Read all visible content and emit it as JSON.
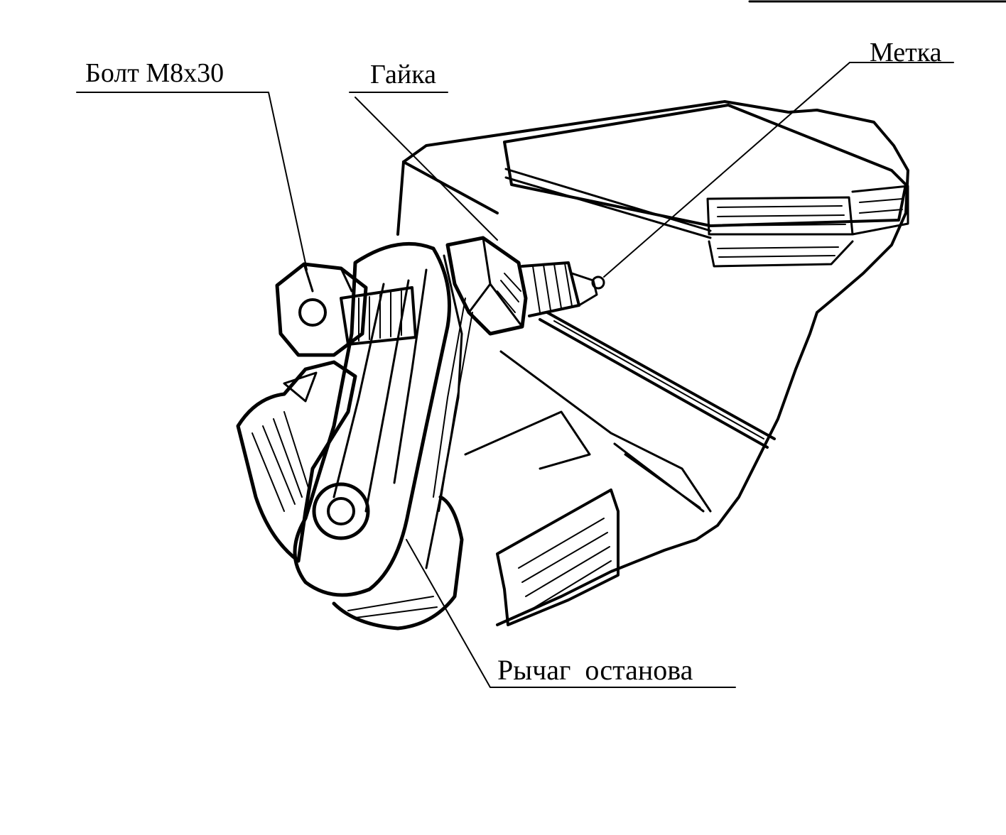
{
  "labels": {
    "bolt": "Болт М8х30",
    "nut": "Гайка",
    "mark": "Метка",
    "lever": "Рычаг  останова"
  },
  "colors": {
    "ink": "#000000",
    "paper": "#ffffff"
  }
}
